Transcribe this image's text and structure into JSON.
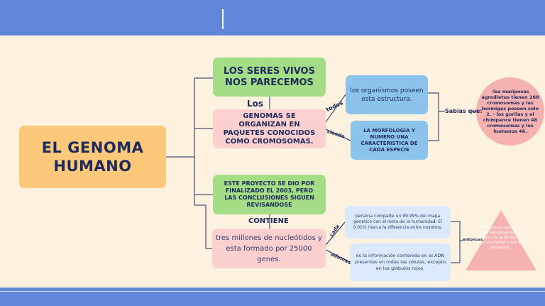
{
  "main": {
    "title": "EL GENOMA HUMANO"
  },
  "nodes": {
    "seres_vivos": "LOS SERES VIVOS NOS PARECEMOS",
    "genomas": "GENOMAS SE ORGANIZAN EN PAQUETES CONOCIDOS COMO CROMOSOMAS.",
    "proyecto": "ESTE PROYECTO SE DIO POR FINALIZADO EL 2003, PERO LAS CONCLUSIONES SIGUEN REVISANDOSE",
    "nucleotidos": "tres millones de nucleótidos y esta formado por 25000 genes.",
    "organismos": "los organismos poseen esta estructura.",
    "morfologia": "LA MORFOLOGIA Y NUMERO UNA CARACTERISTICA DE CADA ESPECIE",
    "persona": "persona comparte un 99.99% del mapa genetico con el resto de la humanidad. El 0.01% marca la diferencia entre nosotros.",
    "informacion": "es la información contenida en el ADN presentes en todas las células, excepto en los glóbulos rojos.",
    "mariposas": "-las mariposas agrodietus tienen 268 cromosomas y las hormigas poseen solo 2. - los gorilas y el chimpance tienen 48 cromosomas y los humanos 46.",
    "inscrito": "Esta inscrito inscrito lo que biologicamente somos y la herencia que han trasmitido nuestros ancestros."
  },
  "connectors": {
    "los": "Los",
    "contiene": "CONTIENE",
    "todos": "todos",
    "siendo": "siendo",
    "cada": "cada",
    "ademas": "ademas",
    "sabias": "Sabias que:",
    "entonces": "entonces"
  },
  "colors": {
    "band": "#5f86d8",
    "background": "#fdf2e0",
    "main_node": "#fcc97a",
    "green_node": "#a5dc86",
    "pink_node": "#fdd0d0",
    "blue_node": "#8cc3ea",
    "light_blue_node": "#dce9fb",
    "circle_node": "#f6b1b1",
    "triangle_node": "#f6b1b1",
    "text": "#1d2a5c"
  }
}
